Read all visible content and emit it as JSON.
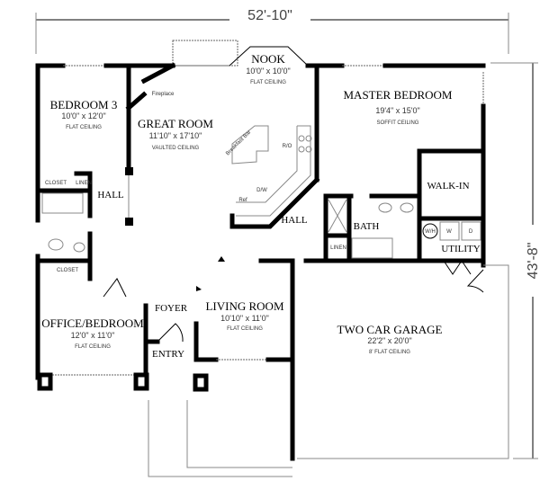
{
  "dimensions": {
    "width": "52'-10\"",
    "depth": "43'-8\""
  },
  "rooms": {
    "bedroom3": {
      "name": "BEDROOM 3",
      "size": "10'0\" x 12'0\"",
      "ceiling": "FLAT CEILING"
    },
    "great_room": {
      "name": "GREAT ROOM",
      "size": "11'10\" x 17'10\"",
      "ceiling": "VAULTED CEILING"
    },
    "nook": {
      "name": "NOOK",
      "size": "10'0\" x 10'0\"",
      "ceiling": "FLAT CEILING"
    },
    "master": {
      "name": "MASTER BEDROOM",
      "size": "19'4\" x 15'0\"",
      "ceiling": "SOFFIT CEILING"
    },
    "office": {
      "name": "OFFICE/BEDROOM",
      "size": "12'0\" x 11'0\"",
      "ceiling": "FLAT CEILING"
    },
    "living": {
      "name": "LIVING ROOM",
      "size": "10'10\" x 11'0\"",
      "ceiling": "FLAT CEILING"
    },
    "garage": {
      "name": "TWO CAR GARAGE",
      "size": "22'2\" x 20'0\"",
      "ceiling": "8' FLAT CEILING"
    }
  },
  "spaces": {
    "hall_left": "HALL",
    "hall_right": "HALL",
    "walk_in": "WALK-IN",
    "bath": "BATH",
    "utility": "UTILITY",
    "foyer": "FOYER",
    "entry": "ENTRY",
    "closet1": "CLOSET",
    "closet2": "CLOSET",
    "linen1": "LINEN",
    "linen2": "LINEN"
  },
  "fixtures": {
    "fireplace": "Fireplace",
    "breakfast_bar": "Breakfast Bar",
    "range": "R/O",
    "dishwasher": "D/W",
    "fridge": "Ref",
    "water_heater": "W/H",
    "washer": "W",
    "dryer": "D"
  }
}
